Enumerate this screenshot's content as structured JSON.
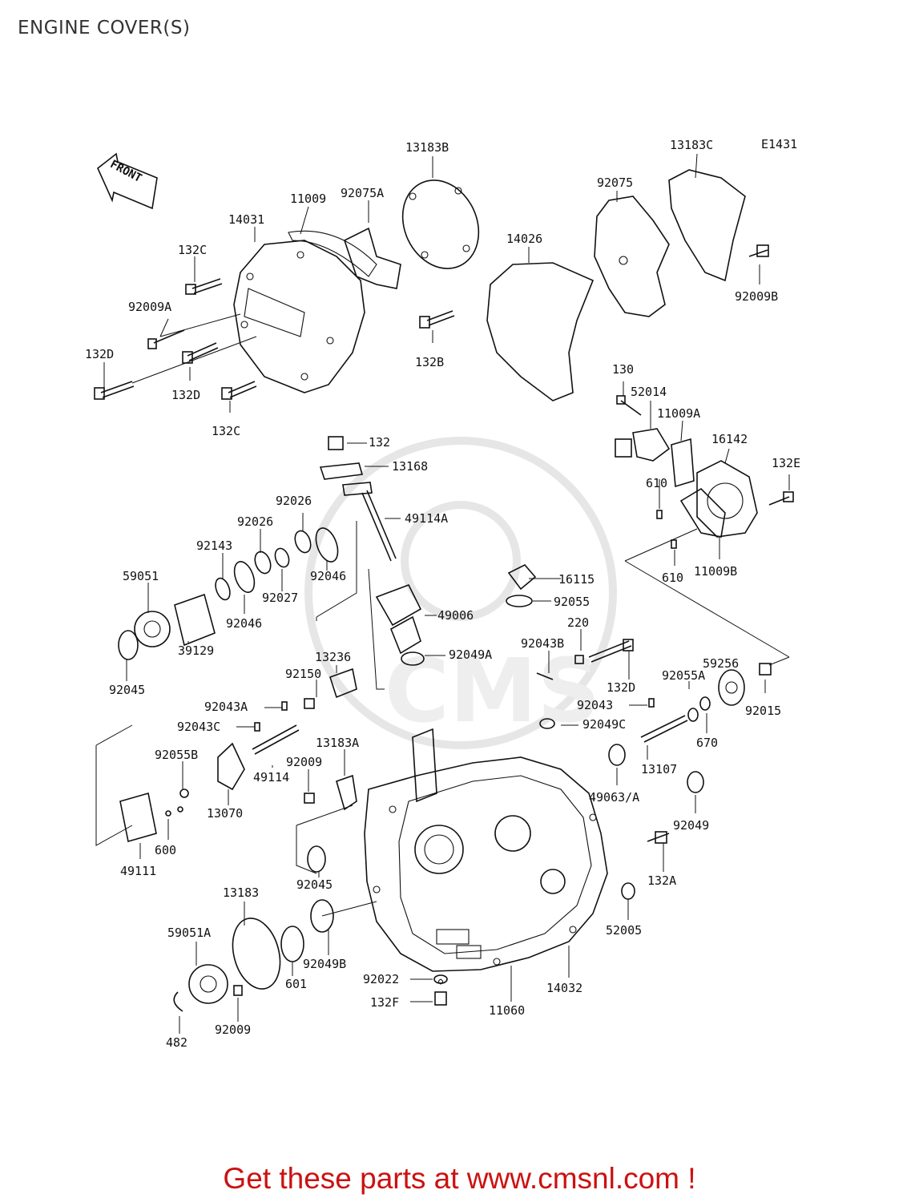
{
  "page": {
    "title": "ENGINE COVER(S)",
    "footer": "Get these parts at www.cmsnl.com !"
  },
  "diagram": {
    "ref_code": "E1431",
    "front_label": "FRONT",
    "watermark": "CMS",
    "colors": {
      "footer": "#cc1111",
      "line": "#111111",
      "watermark": "#e6e6e6"
    },
    "labels": {
      "p13183B": "13183B",
      "p13183C": "13183C",
      "p11009": "11009",
      "p92075A": "92075A",
      "p92075": "92075",
      "p14031": "14031",
      "p14026": "14026",
      "p132C_a": "132C",
      "p92009A": "92009A",
      "p132D_a": "132D",
      "p132D_b": "132D",
      "p132C_b": "132C",
      "p132B": "132B",
      "p92009B": "92009B",
      "p130": "130",
      "p52014": "52014",
      "p11009A": "11009A",
      "p16142": "16142",
      "p132E": "132E",
      "p610_a": "610",
      "p610_b": "610",
      "p11009B": "11009B",
      "p132": "132",
      "p13168": "13168",
      "p92026_a": "92026",
      "p92026_b": "92026",
      "p49114A": "49114A",
      "p92143": "92143",
      "p92046_a": "92046",
      "p92027": "92027",
      "p92046_b": "92046",
      "p59051": "59051",
      "p39129": "39129",
      "p92045_a": "92045",
      "p16115": "16115",
      "p92055": "92055",
      "p49006": "49006",
      "p220": "220",
      "p92043B": "92043B",
      "p92049A": "92049A",
      "p59256": "59256",
      "p13236": "13236",
      "p132D_c": "132D",
      "p92150": "92150",
      "p92055A": "92055A",
      "p92043A": "92043A",
      "p92043": "92043",
      "p92015": "92015",
      "p92043C": "92043C",
      "p92049C": "92049C",
      "p670": "670",
      "p13183A": "13183A",
      "p92055B": "92055B",
      "p92009_a": "92009",
      "p49114": "49114",
      "p13107": "13107",
      "p13070": "13070",
      "p49063A": "49063/A",
      "p92049": "92049",
      "p600": "600",
      "p49111": "49111",
      "p92045_b": "92045",
      "p132A": "132A",
      "p13183": "13183",
      "p59051A": "59051A",
      "p52005": "52005",
      "p92049B": "92049B",
      "p601": "601",
      "p92022": "92022",
      "p14032": "14032",
      "p132F": "132F",
      "p11060": "11060",
      "p482": "482",
      "p92009_b": "92009"
    }
  }
}
